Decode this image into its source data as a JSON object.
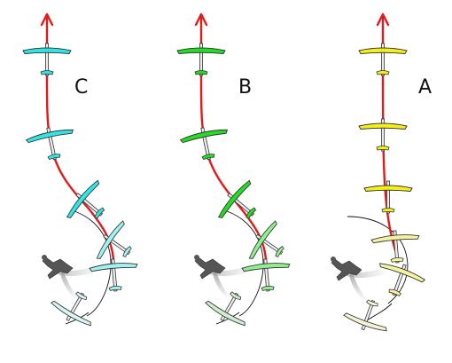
{
  "panels": [
    {
      "label": "C",
      "body_color": "#2ee6e6",
      "fade_color": "#9ff3f3",
      "ghost_color": "#d8f5f5"
    },
    {
      "label": "B",
      "body_color": "#22dd22",
      "fade_color": "#8fef8f",
      "ghost_color": "#cfeecf"
    },
    {
      "label": "A",
      "body_color": "#f4f016",
      "fade_color": "#f6f3a0",
      "ghost_color": "#f6f3d4"
    }
  ],
  "colors": {
    "path": "#e01b1b",
    "arc": "#111111",
    "outline": "#333333",
    "skydiver": "#555555"
  },
  "icons": {
    "arrow": "up-arrow-icon",
    "glider": "glider-icon",
    "skydiver": "skydiver-icon"
  }
}
